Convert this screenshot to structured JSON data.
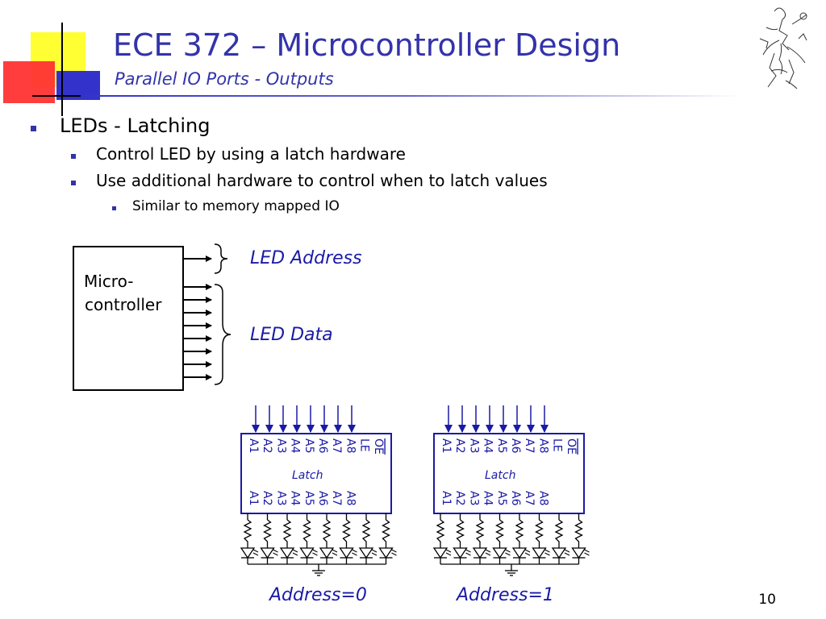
{
  "slide": {
    "title": "ECE 372 – Microcontroller Design",
    "subtitle": "Parallel IO Ports - Outputs",
    "page_number": "10"
  },
  "bullets": {
    "level1": "LEDs - Latching",
    "level2": [
      "Control LED by using a latch hardware",
      "Use additional hardware to control when to latch values"
    ],
    "level3": "Similar to memory mapped IO"
  },
  "diagram": {
    "mcu_label_line1": "Micro-",
    "mcu_label_line2": "controller",
    "led_address_label": "LED Address",
    "led_data_label": "LED Data",
    "latch_label": "Latch",
    "input_pins": [
      "A1",
      "A2",
      "A3",
      "A4",
      "A5",
      "A6",
      "A7",
      "A8",
      "LE",
      "OE"
    ],
    "output_pins": [
      "A1",
      "A2",
      "A3",
      "A4",
      "A5",
      "A6",
      "A7",
      "A8"
    ],
    "latch_captions": [
      "Address=0",
      "Address=1"
    ]
  },
  "colors": {
    "title": "#3333aa",
    "accent_blue": "#1a1aa6",
    "logo_yellow": "#ffff33",
    "logo_red": "#ff3333",
    "logo_blue": "#3333cc"
  }
}
